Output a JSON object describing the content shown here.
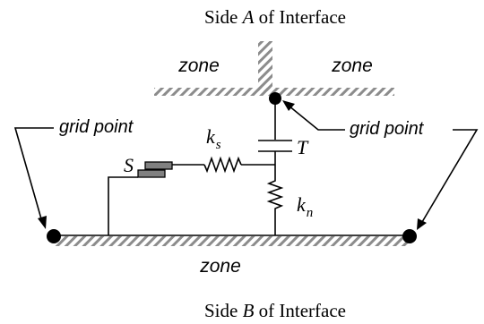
{
  "labels": {
    "top_caption_pre": "Side ",
    "top_caption_var": "A",
    "top_caption_post": " of Interface",
    "bottom_caption_pre": "Side ",
    "bottom_caption_var": "B",
    "bottom_caption_post": " of Interface",
    "zone_top_left": "zone",
    "zone_top_right": "zone",
    "zone_bottom": "zone",
    "grid_point_left": "grid point",
    "grid_point_right": "grid point",
    "shear_spring_base": "k",
    "shear_spring_sub": "s",
    "normal_spring_base": "k",
    "normal_spring_sub": "n",
    "slider": "S",
    "tensile_strength": "T"
  },
  "icons": {
    "hatch": "diagonal-hatch-surface",
    "spring": "zigzag-spring",
    "capacitor": "parallel-plate-tension-element",
    "slider": "friction-slider-block",
    "dot": "filled-circle-node"
  },
  "colors": {
    "line": "#000000",
    "hatch": "#8c8c8c",
    "slider_fill": "#808080"
  }
}
